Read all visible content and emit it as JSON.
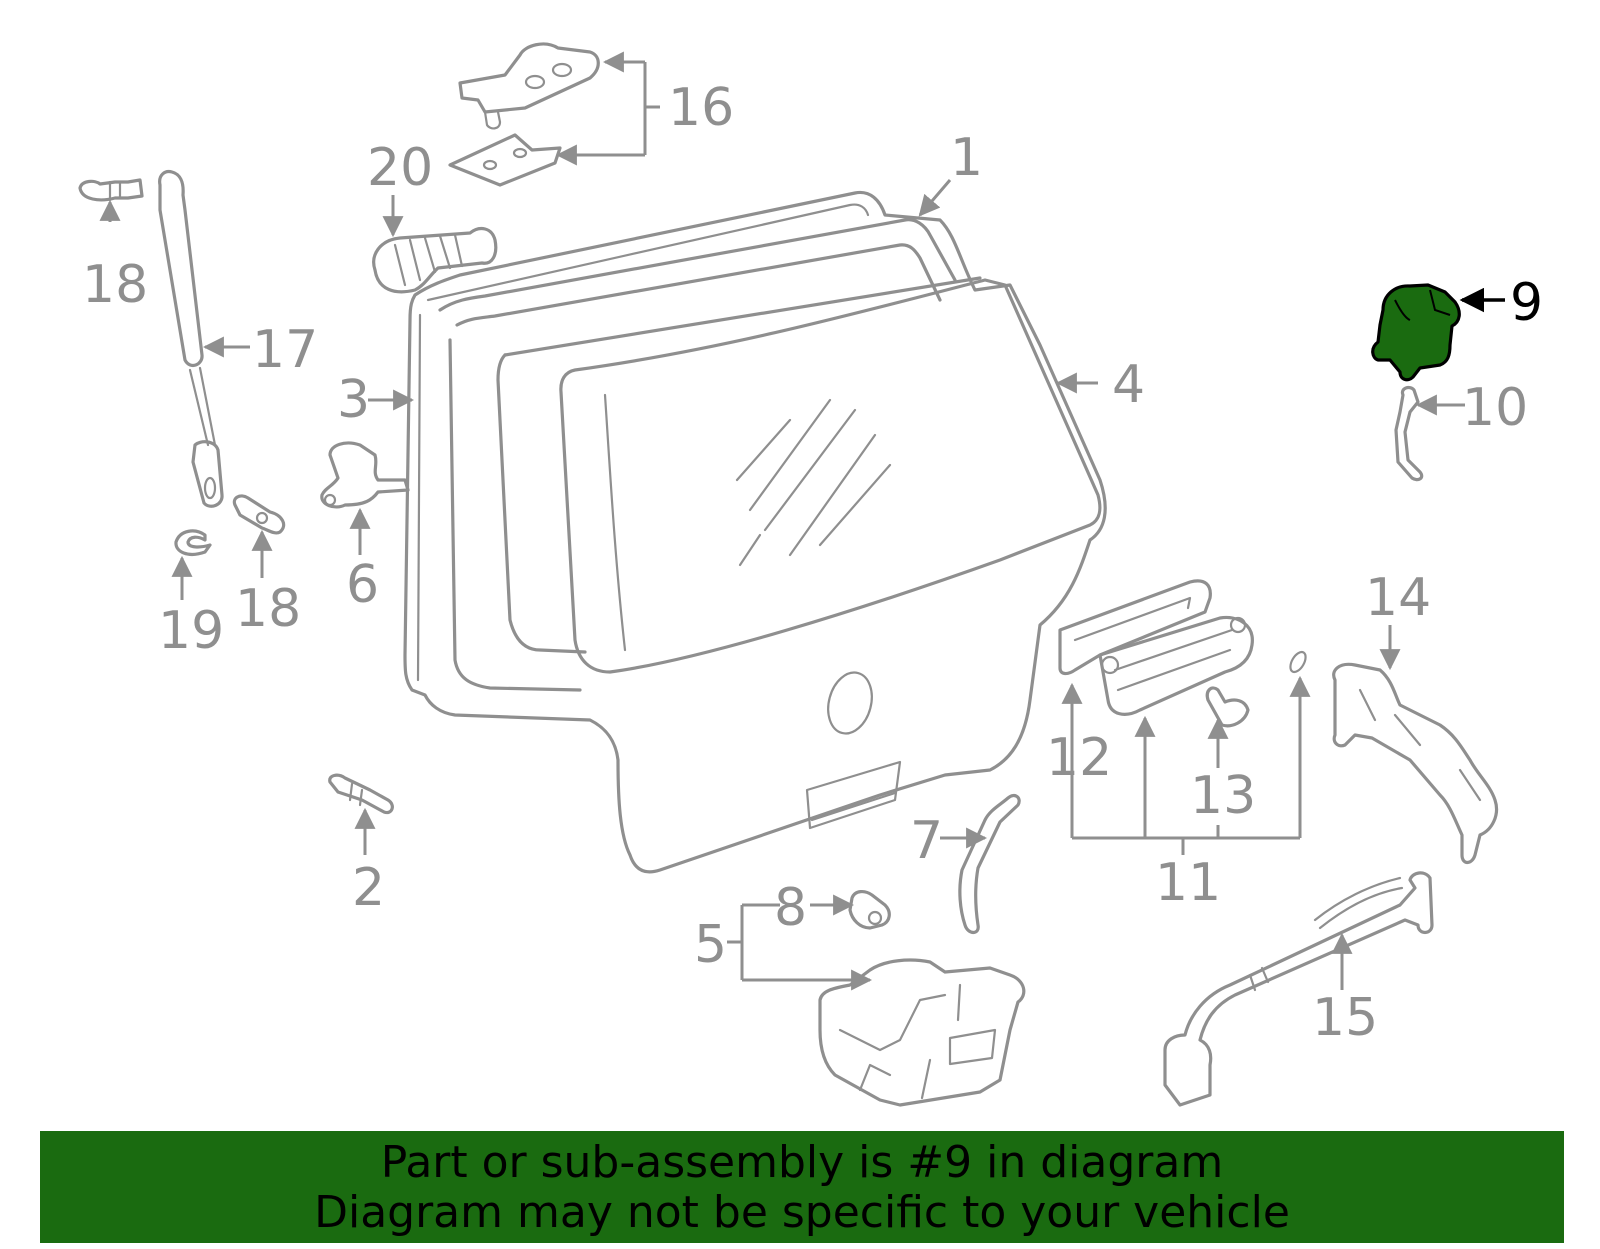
{
  "diagram": {
    "highlight_color": "#1a6b10",
    "line_color": "#8f8f8f",
    "highlighted_part": "9",
    "callouts": {
      "c1": "1",
      "c2": "2",
      "c3": "3",
      "c4": "4",
      "c5": "5",
      "c6": "6",
      "c7": "7",
      "c8": "8",
      "c9": "9",
      "c10": "10",
      "c11": "11",
      "c12": "12",
      "c13": "13",
      "c14": "14",
      "c15": "15",
      "c16": "16",
      "c17": "17",
      "c18a": "18",
      "c18b": "18",
      "c19": "19",
      "c20": "20"
    }
  },
  "banner": {
    "line1": "Part or sub-assembly is #9 in diagram",
    "line2": "Diagram may not be specific to your vehicle"
  }
}
